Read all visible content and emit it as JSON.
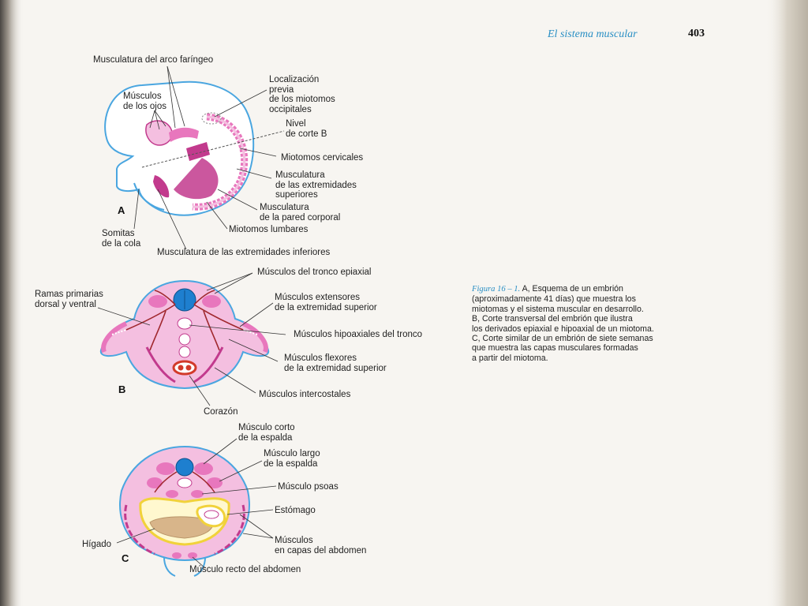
{
  "header": {
    "running_head": "El sistema muscular",
    "page_number": "403"
  },
  "panels": {
    "a": "A",
    "b": "B",
    "c": "C"
  },
  "labels_a": {
    "arco": "Musculatura del arco faríngeo",
    "musculos_ojos_1": "Músculos",
    "musculos_ojos_2": "de los ojos",
    "loc_1": "Localización",
    "loc_2": "previa",
    "loc_3": "de los miotomos",
    "loc_4": "occipitales",
    "nivel_1": "Nivel",
    "nivel_2": "de corte B",
    "cervicales": "Miotomos cervicales",
    "ext_sup_1": "Musculatura",
    "ext_sup_2": "de las extremidades",
    "ext_sup_3": "superiores",
    "pared_1": "Musculatura",
    "pared_2": "de la pared corporal",
    "lumbares": "Miotomos lumbares",
    "somitas_1": "Somitas",
    "somitas_2": "de la cola",
    "ext_inf": "Musculatura de las extremidades inferiores"
  },
  "labels_b": {
    "epiaxial": "Músculos del tronco epiaxial",
    "ramas_1": "Ramas primarias",
    "ramas_2": "dorsal y ventral",
    "extensores_1": "Músculos extensores",
    "extensores_2": "de la extremidad superior",
    "hipoaxiales": "Músculos hipoaxiales del tronco",
    "flexores_1": "Músculos flexores",
    "flexores_2": "de la extremidad superior",
    "intercostales": "Músculos intercostales",
    "corazon": "Corazón"
  },
  "labels_c": {
    "corto_1": "Músculo corto",
    "corto_2": "de la espalda",
    "largo_1": "Músculo largo",
    "largo_2": "de la espalda",
    "psoas": "Músculo psoas",
    "estomago": "Estómago",
    "higado": "Hígado",
    "capas_1": "Músculos",
    "capas_2": "en capas del abdomen",
    "recto": "Músculo recto del abdomen"
  },
  "caption": {
    "figure_label": "Figura 16 – 1.",
    "lines": [
      " A, Esquema de un embrión",
      "(aproximadamente 41 días) que muestra los",
      "miotomas y el sistema muscular en desarrollo.",
      "B, Corte transversal del embrión que ilustra",
      "los derivados epiaxial e hipoaxial de un miotoma.",
      "C, Corte similar de un embrión de siete semanas",
      "que muestra las capas musculares formadas",
      "a partir del miotoma."
    ]
  },
  "colors": {
    "pink_light": "#f4bfe0",
    "pink_mid": "#e877bd",
    "magenta": "#c23a8d",
    "blue_outline": "#4aa6e0",
    "spinal_blue": "#1e7fcf",
    "nerve_red": "#a0282e",
    "yellow": "#f1d23a",
    "tan": "#d8b58a",
    "caption_blue": "#2a8fc4"
  }
}
